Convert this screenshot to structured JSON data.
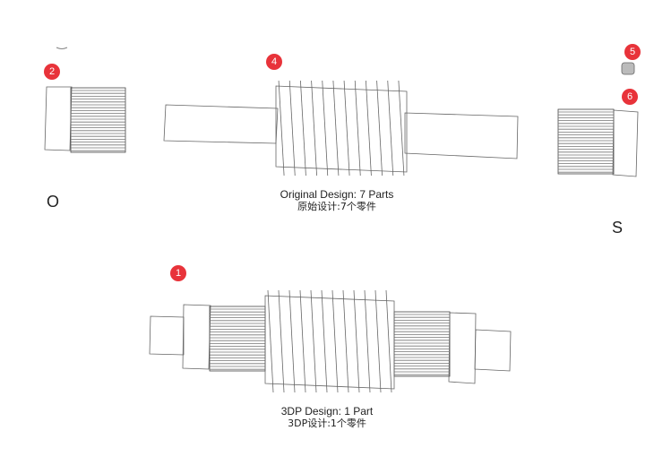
{
  "badges": [
    "1",
    "2",
    "4",
    "5",
    "6"
  ],
  "letters": {
    "left": "O",
    "right": "S"
  },
  "original": {
    "en": "Original Design: 7 Parts",
    "zh": "原始设计:7个零件"
  },
  "printed": {
    "en": "3DP Design: 1 Part",
    "zh": "3DP设计:1个零件"
  },
  "colors": {
    "badge": "#e8333a",
    "line": "#555555"
  }
}
